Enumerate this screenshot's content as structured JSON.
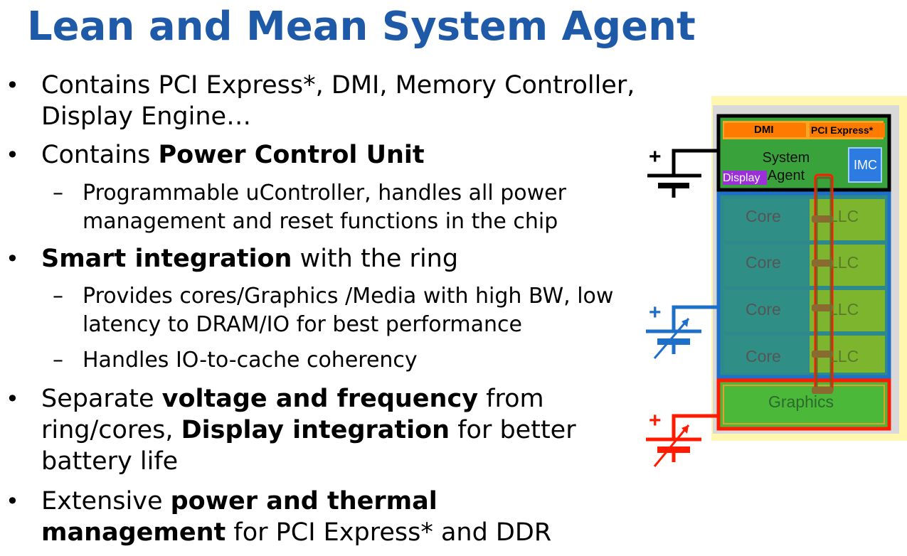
{
  "title": "Lean and Mean System Agent",
  "bullets": [
    {
      "parts": [
        {
          "t": "Contains PCI Express*, DMI, Memory Controller, Display Engine…",
          "b": false
        }
      ]
    },
    {
      "parts": [
        {
          "t": "Contains ",
          "b": false
        },
        {
          "t": "Power Control Unit",
          "b": true
        }
      ],
      "subs": [
        "Programmable uController, handles all power management and reset functions in the chip"
      ]
    },
    {
      "parts": [
        {
          "t": "Smart integration",
          "b": true
        },
        {
          "t": " with the ring",
          "b": false
        }
      ],
      "subs": [
        "Provides cores/Graphics /Media with high BW, low latency to DRAM/IO for best performance",
        "Handles IO-to-cache coherency"
      ]
    },
    {
      "parts": [
        {
          "t": "Separate ",
          "b": false
        },
        {
          "t": "voltage and frequency",
          "b": true
        },
        {
          "t": " from ring/cores, ",
          "b": false
        },
        {
          "t": "Display integration",
          "b": true
        },
        {
          "t": " for better battery life",
          "b": false
        }
      ]
    },
    {
      "parts": [
        {
          "t": "Extensive ",
          "b": false
        },
        {
          "t": "power and thermal management",
          "b": true
        },
        {
          "t": " for PCI Express* and DDR",
          "b": false
        }
      ]
    }
  ],
  "diagram": {
    "dmi": "DMI",
    "pcie": "PCI Express*",
    "system_agent": "System Agent",
    "imc": "IMC",
    "display": "Display",
    "core": "Core",
    "llc": "LLC",
    "graphics": "Graphics",
    "plus": "+",
    "colors": {
      "sa_supply": "#000000",
      "core_supply": "#1e6fc7",
      "gfx_supply": "#ff1a00",
      "title": "#1f5aa8"
    }
  }
}
